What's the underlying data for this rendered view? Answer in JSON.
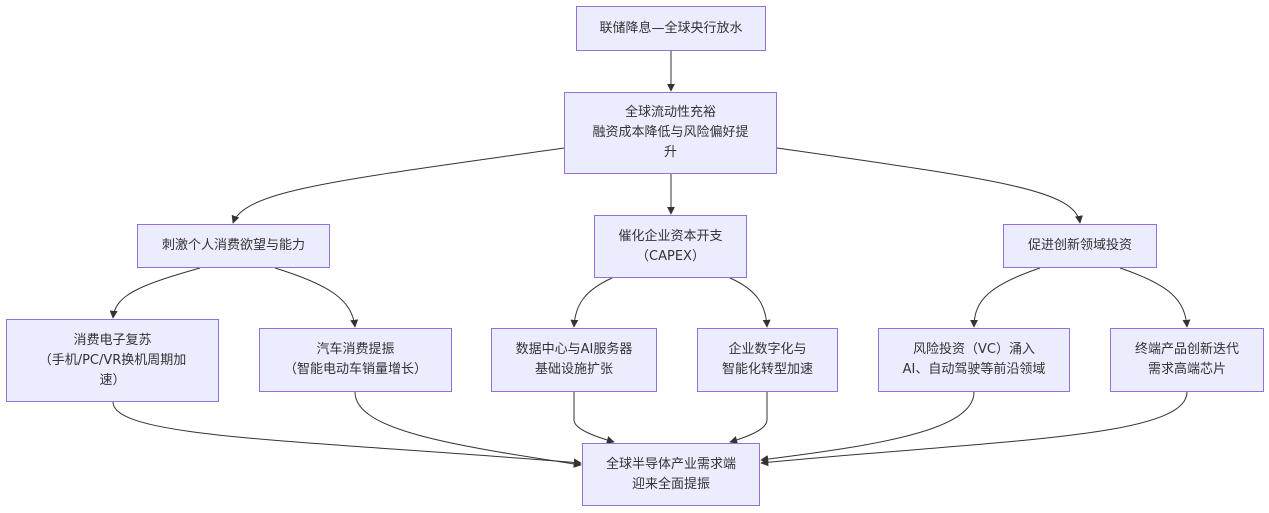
{
  "colors": {
    "node_fill": "#ececff",
    "node_border": "#9370db",
    "edge": "#333333",
    "text": "#333333"
  },
  "nodes": {
    "fed_rate_cut": {
      "lines": [
        "联储降息—全球央行放水"
      ]
    },
    "global_liquidity": {
      "lines": [
        "全球流动性充裕",
        "融资成本降低与风险偏好提",
        "升"
      ]
    },
    "consumer_stimulus": {
      "lines": [
        "刺激个人消费欲望与能力"
      ]
    },
    "enterprise_capex": {
      "lines": [
        "催化企业资本开支",
        "（CAPEX）"
      ]
    },
    "innovation_investment": {
      "lines": [
        "促进创新领域投资"
      ]
    },
    "consumer_electronics": {
      "lines": [
        "消费电子复苏",
        "（手机/PC/VR换机周期加",
        "速）"
      ]
    },
    "auto_consumption": {
      "lines": [
        "汽车消费提振",
        "（智能电动车销量增长）"
      ]
    },
    "datacenter_ai": {
      "lines": [
        "数据中心与AI服务器",
        "基础设施扩张"
      ]
    },
    "enterprise_digital": {
      "lines": [
        "企业数字化与",
        "智能化转型加速"
      ]
    },
    "venture_capital": {
      "lines": [
        "风险投资（VC）涌入",
        "AI、自动驾驶等前沿领域"
      ]
    },
    "terminal_innovation": {
      "lines": [
        "终端产品创新迭代",
        "需求高端芯片"
      ]
    },
    "semiconductor_demand": {
      "lines": [
        "全球半导体产业需求端",
        "迎来全面提振"
      ]
    }
  },
  "edges": [
    [
      "fed_rate_cut",
      "global_liquidity"
    ],
    [
      "global_liquidity",
      "consumer_stimulus"
    ],
    [
      "global_liquidity",
      "enterprise_capex"
    ],
    [
      "global_liquidity",
      "innovation_investment"
    ],
    [
      "consumer_stimulus",
      "consumer_electronics"
    ],
    [
      "consumer_stimulus",
      "auto_consumption"
    ],
    [
      "enterprise_capex",
      "datacenter_ai"
    ],
    [
      "enterprise_capex",
      "enterprise_digital"
    ],
    [
      "innovation_investment",
      "venture_capital"
    ],
    [
      "innovation_investment",
      "terminal_innovation"
    ],
    [
      "consumer_electronics",
      "semiconductor_demand"
    ],
    [
      "auto_consumption",
      "semiconductor_demand"
    ],
    [
      "datacenter_ai",
      "semiconductor_demand"
    ],
    [
      "enterprise_digital",
      "semiconductor_demand"
    ],
    [
      "venture_capital",
      "semiconductor_demand"
    ],
    [
      "terminal_innovation",
      "semiconductor_demand"
    ]
  ]
}
